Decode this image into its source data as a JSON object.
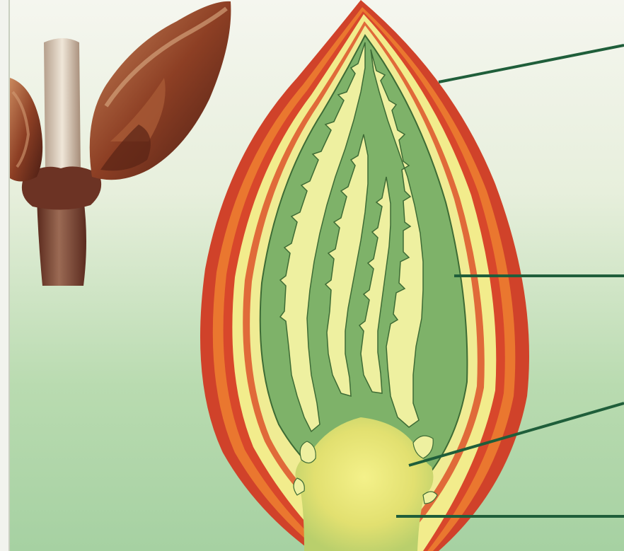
{
  "diagram": {
    "subject": "bud-longitudinal-section",
    "labels": [
      {
        "id": "bud-scale",
        "text": ""
      },
      {
        "id": "young-leaf",
        "text": ""
      },
      {
        "id": "growth-point",
        "text": ""
      },
      {
        "id": "bud-axis",
        "text": ""
      }
    ],
    "colors": {
      "background_top": "#f4f6ee",
      "background_bottom": "#a9d3a6",
      "outer_scale": "#d2452a",
      "scale_orange": "#e9732e",
      "scale_yellow": "#f1ec8f",
      "leaf_green": "#7fb46a",
      "leaf_dark": "#3d6b35",
      "leaf_vein": "#eef0a0",
      "axis_yellow": "#e8e36a",
      "stem_brown": "#7a3e2b",
      "bud_brown": "#8a3f24",
      "leader_line": "#1f5e3a"
    }
  }
}
